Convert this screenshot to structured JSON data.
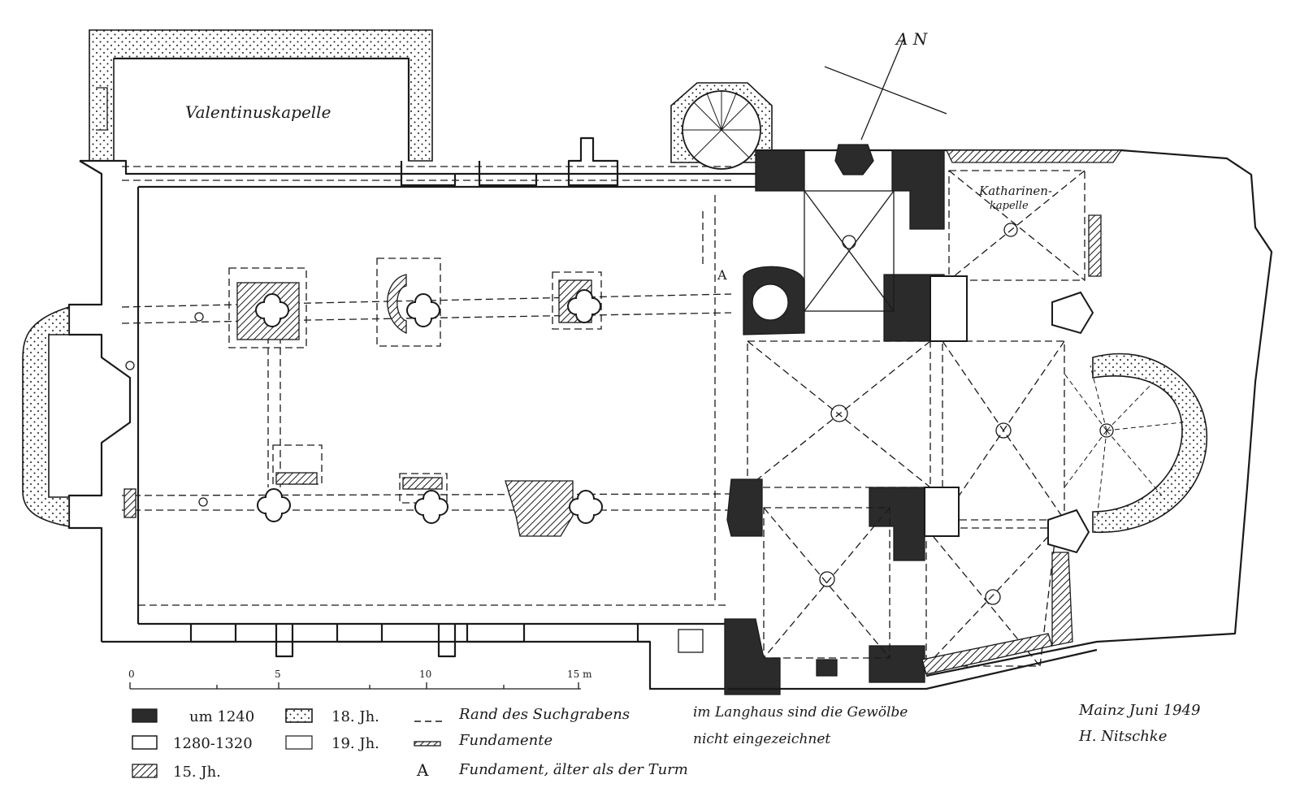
{
  "plan": {
    "chapel_north_label": "Valentinuskapelle",
    "chapel_east_label_1": "Katharinen-",
    "chapel_east_label_2": "kapelle",
    "north_arrow": "A N",
    "tower_marker": "A"
  },
  "scale": {
    "ticks": [
      "0",
      "5",
      "10",
      "15 m"
    ]
  },
  "legend": {
    "periods": [
      {
        "label": "um 1240",
        "fill": "dark"
      },
      {
        "label": "1280-1320",
        "fill": "white"
      },
      {
        "label": "15. Jh.",
        "fill": "hatch"
      },
      {
        "label": "18. Jh.",
        "fill": "stipple"
      },
      {
        "label": "19. Jh.",
        "fill": "white"
      }
    ],
    "symbols": [
      {
        "label": "Rand des Suchgrabens"
      },
      {
        "label": "Fundamente"
      },
      {
        "marker": "A",
        "label": "Fundament, älter als der Turm"
      }
    ]
  },
  "note": {
    "line1": "im Langhaus sind die Gewölbe",
    "line2": "nicht eingezeichnet"
  },
  "signature": {
    "line1": "Mainz Juni 1949",
    "line2": "H. Nitschke"
  },
  "colors": {
    "ink": "#1a1a1a",
    "dark_fill": "#2b2b2b",
    "paper": "#ffffff"
  }
}
